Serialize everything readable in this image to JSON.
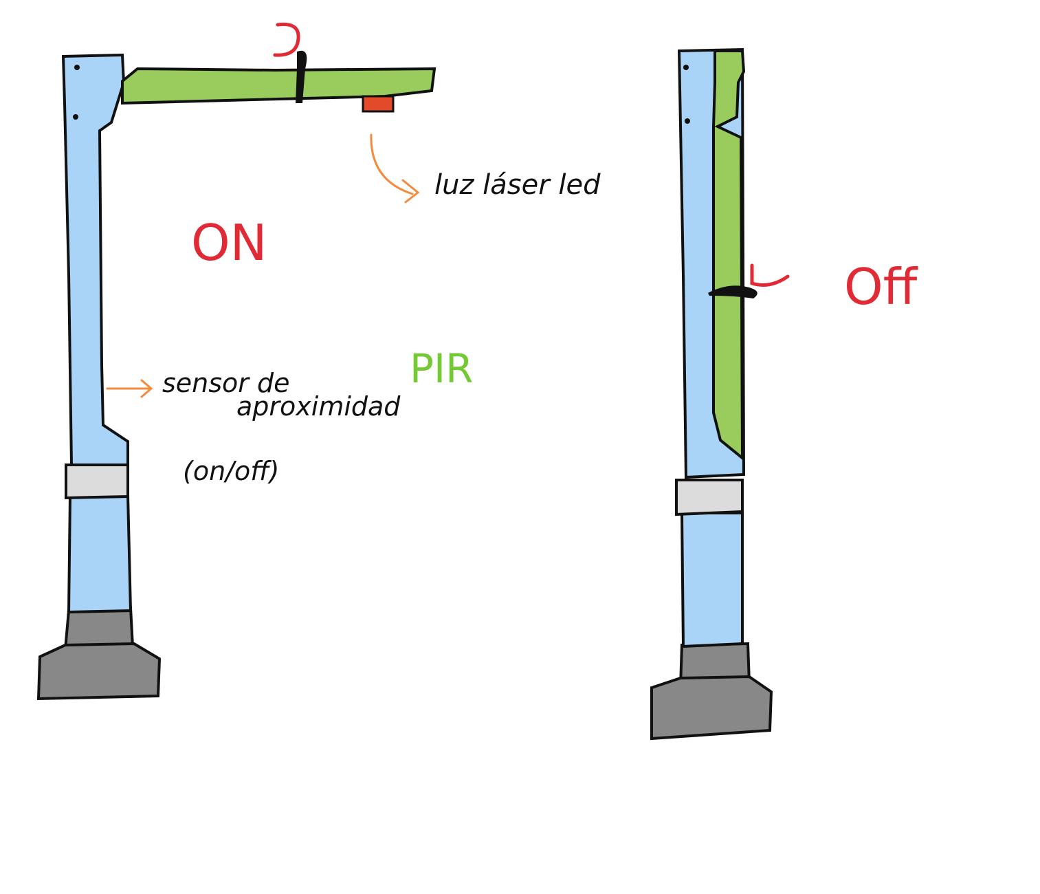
{
  "colors": {
    "pole_blue": "#aad4f7",
    "arm_green": "#99cc5c",
    "base_gray": "#888888",
    "collar_gray": "#dcdcdc",
    "red": "#e02a35",
    "orange": "#f58a3c",
    "green_text": "#74c935",
    "outline": "#111111"
  },
  "labels": {
    "state_on": "ON",
    "state_off": "Off",
    "laser": "luz láser led",
    "sensor_line1": "sensor de",
    "sensor_line2": "aproximidad",
    "sensor_pir": "PIR",
    "sensor_onoff": "(on/off)"
  },
  "icons": {
    "laser_arrow": "orange-curved-arrow-icon",
    "sensor_arrow": "orange-arrow-icon",
    "hook": "red-hook-icon"
  }
}
